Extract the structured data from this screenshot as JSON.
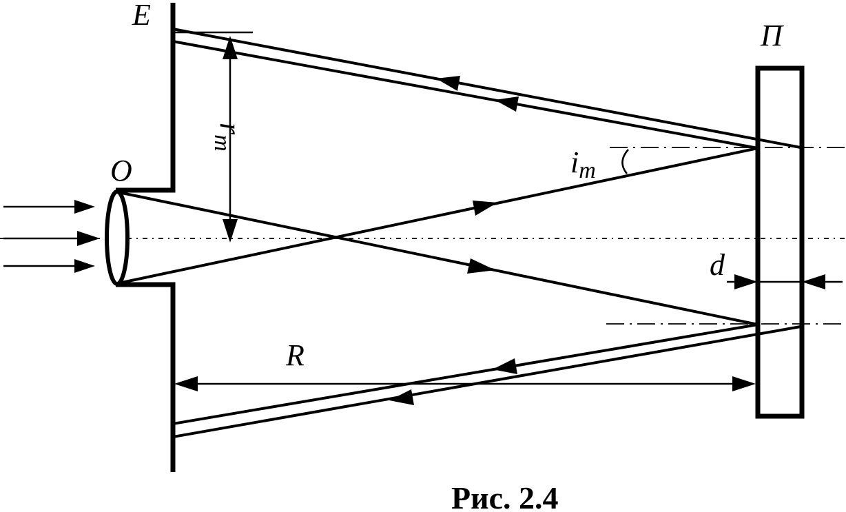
{
  "labels": {
    "screen": "E",
    "plate": "П",
    "objective": "O",
    "radius": "r",
    "radius_sub": "m",
    "angle": "i",
    "angle_sub": "m",
    "thickness": "d",
    "distance": "R"
  },
  "caption": "Рис. 2.4"
}
